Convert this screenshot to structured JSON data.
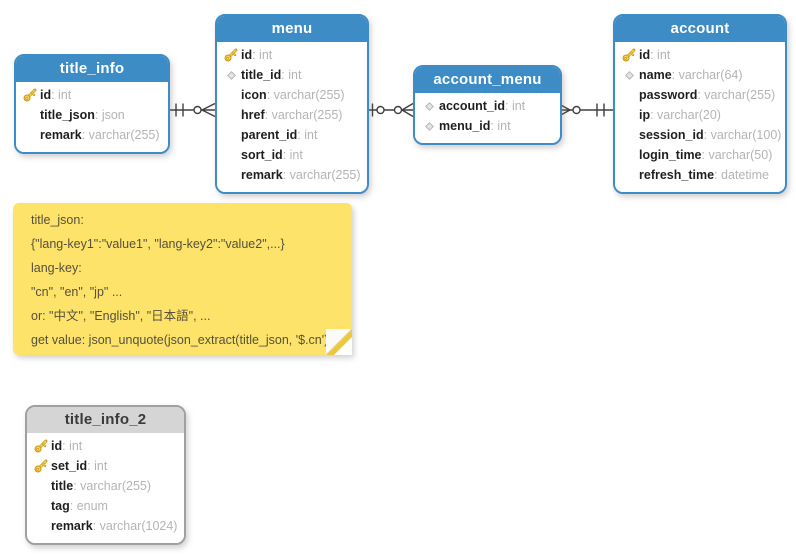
{
  "diagram": {
    "colors": {
      "table_accent_blue": "#3d8cc6",
      "table_gray_header": "#d5d5d5",
      "note_yellow": "#fde36a",
      "field_type_gray": "#b4b4b4",
      "connector_line": "#3f3f3f"
    },
    "tables": [
      {
        "name": "title_info",
        "variant": "blue",
        "fields": [
          {
            "icon": "key-icon",
            "name": "id",
            "type": "int"
          },
          {
            "icon": "none",
            "name": "title_json",
            "type": "json"
          },
          {
            "icon": "none",
            "name": "remark",
            "type": "varchar(255)"
          }
        ]
      },
      {
        "name": "menu",
        "variant": "blue",
        "fields": [
          {
            "icon": "key-icon",
            "name": "id",
            "type": "int"
          },
          {
            "icon": "diamond-icon",
            "name": "title_id",
            "type": "int"
          },
          {
            "icon": "none",
            "name": "icon",
            "type": "varchar(255)"
          },
          {
            "icon": "none",
            "name": "href",
            "type": "varchar(255)"
          },
          {
            "icon": "none",
            "name": "parent_id",
            "type": "int"
          },
          {
            "icon": "none",
            "name": "sort_id",
            "type": "int"
          },
          {
            "icon": "none",
            "name": "remark",
            "type": "varchar(255)"
          }
        ]
      },
      {
        "name": "account_menu",
        "variant": "blue",
        "fields": [
          {
            "icon": "diamond-icon",
            "name": "account_id",
            "type": "int"
          },
          {
            "icon": "diamond-icon",
            "name": "menu_id",
            "type": "int"
          }
        ]
      },
      {
        "name": "account",
        "variant": "blue",
        "fields": [
          {
            "icon": "key-icon",
            "name": "id",
            "type": "int"
          },
          {
            "icon": "diamond-icon",
            "name": "name",
            "type": "varchar(64)"
          },
          {
            "icon": "none",
            "name": "password",
            "type": "varchar(255)"
          },
          {
            "icon": "none",
            "name": "ip",
            "type": "varchar(20)"
          },
          {
            "icon": "none",
            "name": "session_id",
            "type": "varchar(100)"
          },
          {
            "icon": "none",
            "name": "login_time",
            "type": "varchar(50)"
          },
          {
            "icon": "none",
            "name": "refresh_time",
            "type": "datetime"
          }
        ]
      },
      {
        "name": "title_info_2",
        "variant": "gray",
        "fields": [
          {
            "icon": "key-icon",
            "name": "id",
            "type": "int"
          },
          {
            "icon": "key-icon",
            "name": "set_id",
            "type": "int"
          },
          {
            "icon": "none",
            "name": "title",
            "type": "varchar(255)"
          },
          {
            "icon": "none",
            "name": "tag",
            "type": "enum"
          },
          {
            "icon": "none",
            "name": "remark",
            "type": "varchar(1024)"
          }
        ]
      }
    ],
    "relationships": [
      {
        "from": "title_info",
        "to": "menu",
        "from_cardinality": "exactly-one",
        "to_cardinality": "zero-or-many"
      },
      {
        "from": "menu",
        "to": "account_menu",
        "from_cardinality": "zero-or-one",
        "to_cardinality": "zero-or-many"
      },
      {
        "from": "account_menu",
        "to": "account",
        "from_cardinality": "zero-or-many",
        "to_cardinality": "exactly-one"
      }
    ],
    "note": {
      "lines": [
        "title_json:",
        "{\"lang-key1\":\"value1\", \"lang-key2\":\"value2\",...}",
        "lang-key:",
        "\"cn\", \"en\", \"jp\" ...",
        "or: \"中文\", \"English\", \"日本語\", ...",
        "get value: json_unquote(json_extract(title_json, '$.cn')"
      ]
    }
  }
}
